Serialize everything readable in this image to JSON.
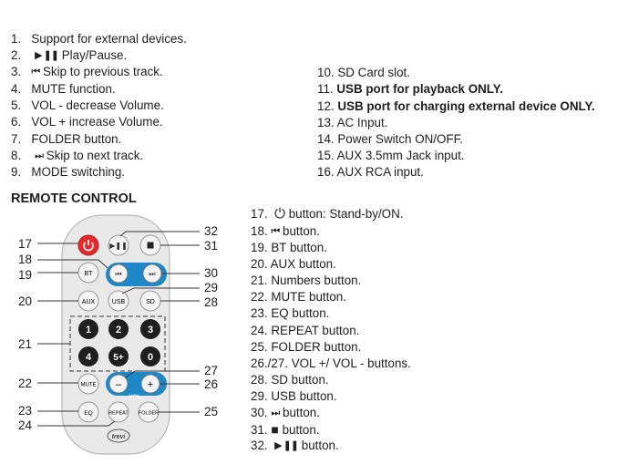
{
  "left_list": [
    {
      "n": "1.",
      "text": "Support for external devices."
    },
    {
      "n": "2.",
      "text": "Play/Pause.",
      "icon": "play-pause-icon",
      "glyph": "▶ ❚❚"
    },
    {
      "n": "3.",
      "text": "Skip to previous track.",
      "icon": "skip-previous-icon",
      "glyph": "⏮"
    },
    {
      "n": "4.",
      "text": "MUTE function."
    },
    {
      "n": "5.",
      "text": "VOL - decrease Volume."
    },
    {
      "n": "6.",
      "text": "VOL + increase Volume."
    },
    {
      "n": "7.",
      "text": "FOLDER button."
    },
    {
      "n": "8.",
      "text": "Skip to next track.",
      "icon": "skip-next-icon",
      "glyph": "⏭"
    },
    {
      "n": "9.",
      "text": "MODE switching."
    }
  ],
  "right_list": [
    {
      "n": "10.",
      "text": "SD Card slot."
    },
    {
      "n": "11.",
      "text": "USB port for playback ONLY.",
      "bold": true
    },
    {
      "n": "12.",
      "text": "USB port for charging external device ONLY.",
      "bold": true
    },
    {
      "n": "13.",
      "text": "AC Input."
    },
    {
      "n": "14.",
      "text": "Power Switch ON/OFF."
    },
    {
      "n": "15.",
      "text": "AUX 3.5mm Jack input."
    },
    {
      "n": "16.",
      "text": "AUX RCA input."
    }
  ],
  "section_title": "REMOTE CONTROL",
  "remote_list": [
    {
      "n": "17.",
      "text": "button: Stand-by/ON.",
      "icon": "power-icon",
      "glyph": "⏻"
    },
    {
      "n": "18.",
      "text": "button.",
      "icon": "skip-previous-icon",
      "glyph": "⏮"
    },
    {
      "n": "19.",
      "text": "BT button."
    },
    {
      "n": "20.",
      "text": "AUX button."
    },
    {
      "n": "21.",
      "text": "Numbers button."
    },
    {
      "n": "22.",
      "text": "MUTE button."
    },
    {
      "n": "23.",
      "text": "EQ button."
    },
    {
      "n": "24.",
      "text": "REPEAT button."
    },
    {
      "n": "25.",
      "text": "FOLDER button."
    },
    {
      "n": "26./27.",
      "text": "VOL +/ VOL - buttons."
    },
    {
      "n": "28.",
      "text": "SD button."
    },
    {
      "n": "29.",
      "text": "USB button."
    },
    {
      "n": "30.",
      "text": "button.",
      "icon": "skip-next-icon",
      "glyph": "⏭"
    },
    {
      "n": "31.",
      "text": "button.",
      "icon": "stop-icon",
      "glyph": "■"
    },
    {
      "n": "32.",
      "text": "button.",
      "icon": "play-pause-icon",
      "glyph": "▶ ❚❚"
    }
  ],
  "remote": {
    "labels": {
      "bt": "BT",
      "aux": "AUX",
      "usb": "USB",
      "sd": "SD",
      "mute": "MUTE",
      "eq": "EQ",
      "repeat": "REPEAT",
      "folder": "FOLDER",
      "vol": "VOL",
      "vol_minus": "–",
      "vol_plus": "+",
      "brand": "trevi"
    },
    "digits": [
      "1",
      "2",
      "3",
      "4",
      "5+",
      "0"
    ],
    "callouts": {
      "c17": "17",
      "c18": "18",
      "c19": "19",
      "c20": "20",
      "c21": "21",
      "c22": "22",
      "c23": "23",
      "c24": "24",
      "c25": "25",
      "c26": "26",
      "c27": "27",
      "c28": "28",
      "c29": "29",
      "c30": "30",
      "c31": "31",
      "c32": "32"
    },
    "colors": {
      "body": "#e9e9e9",
      "button": "#f4f4f4",
      "power": "#e8292b",
      "accent": "#1d87c8"
    }
  }
}
